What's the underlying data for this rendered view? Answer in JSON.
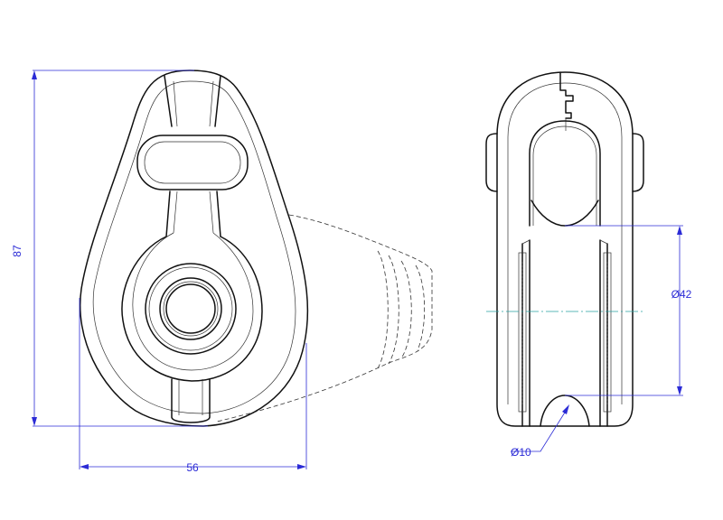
{
  "dimensions": {
    "height": "87",
    "width": "56",
    "sheave_diameter": "Ø42",
    "groove_diameter": "Ø10"
  },
  "colors": {
    "outline": "#111111",
    "dimension": "#2b2bd6",
    "centerline": "#2aa3a3"
  }
}
